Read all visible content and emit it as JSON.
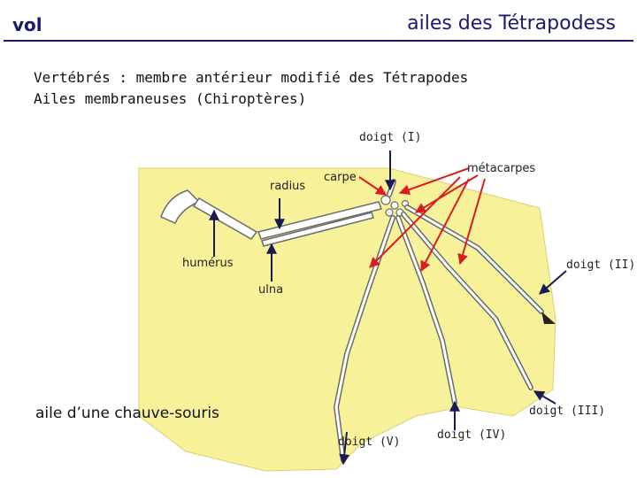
{
  "header": {
    "section": "vol",
    "title": "ailes des Tétrapodess"
  },
  "subtitle": {
    "line1": "Vertébrés : membre antérieur modifié des Tétrapodes",
    "line2": "Ailes membraneuses (Chiroptères)"
  },
  "labels": {
    "doigt_1": "doigt (I)",
    "metacarpes": "métacarpes",
    "carpe": "carpe",
    "radius": "radius",
    "humerus": "humérus",
    "doigt_2": "doigt (II)",
    "ulna": "ulna",
    "doigt_3": "doigt (III)",
    "doigt_4": "doigt (IV)",
    "doigt_5": "doigt (V)"
  },
  "caption": "aile d’une chauve-souris",
  "colors": {
    "header": "#1a1a6e",
    "membrane": "#f7f19a",
    "bone": "#ffffff",
    "red_arrow": "#d81e1e",
    "dark_arrow": "#1a1a55"
  }
}
